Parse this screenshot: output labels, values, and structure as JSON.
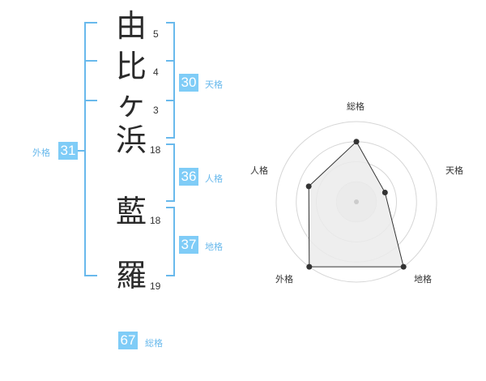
{
  "name": {
    "characters": [
      {
        "char": "由",
        "strokes": "5"
      },
      {
        "char": "比",
        "strokes": "4"
      },
      {
        "char": "ヶ",
        "strokes": "3"
      },
      {
        "char": "浜",
        "strokes": "18"
      },
      {
        "char": "藍",
        "strokes": "18"
      },
      {
        "char": "羅",
        "strokes": "19"
      }
    ]
  },
  "scores": {
    "tenkaku": {
      "value": "30",
      "label": "天格"
    },
    "jinkaku": {
      "value": "36",
      "label": "人格"
    },
    "chikaku": {
      "value": "37",
      "label": "地格"
    },
    "gaikaku": {
      "value": "31",
      "label": "外格"
    },
    "soukaku": {
      "value": "67",
      "label": "総格"
    }
  },
  "radar": {
    "labels": [
      "総格",
      "天格",
      "地格",
      "外格",
      "人格"
    ],
    "levels": 4,
    "values": [
      3,
      1.5,
      4,
      4,
      2.5
    ],
    "max": 4,
    "line_color": "#333333",
    "fill_color": "#ebebeb",
    "ring_color": "#d6d6d6"
  },
  "colors": {
    "bracket": "#69b9ec",
    "badge": "#7fccf7"
  }
}
